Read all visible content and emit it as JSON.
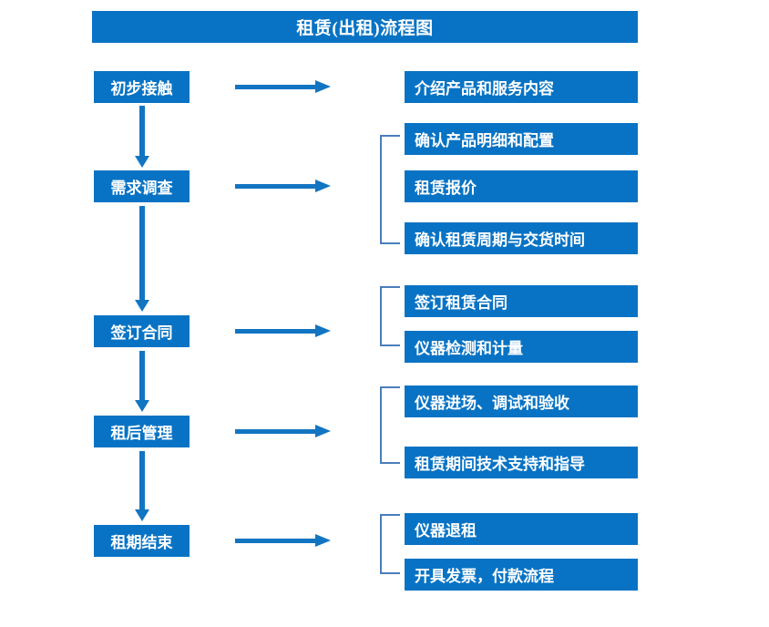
{
  "diagram": {
    "title": "租赁(出租)流程图",
    "colors": {
      "box_blue": "#0873c4",
      "arrow_blue": "#1275c2",
      "bracket_blue": "#4a7ebb",
      "text_white": "#ffffff",
      "background": "#ffffff"
    },
    "stages": [
      {
        "label": "初步接触"
      },
      {
        "label": "需求调查"
      },
      {
        "label": "签订合同"
      },
      {
        "label": "租后管理"
      },
      {
        "label": "租期结束"
      }
    ],
    "details": [
      {
        "label": "介绍产品和服务内容"
      },
      {
        "label": "确认产品明细和配置"
      },
      {
        "label": "租赁报价"
      },
      {
        "label": "确认租赁周期与交货时间"
      },
      {
        "label": "签订租赁合同"
      },
      {
        "label": "仪器检测和计量"
      },
      {
        "label": "仪器进场、调试和验收"
      },
      {
        "label": "租赁期间技术支持和指导"
      },
      {
        "label": "仪器退租"
      },
      {
        "label": "开具发票，付款流程"
      }
    ],
    "groups": [
      {
        "stage": "需求调查",
        "members": [
          "确认产品明细和配置",
          "租赁报价",
          "确认租赁周期与交货时间"
        ]
      },
      {
        "stage": "签订合同",
        "members": [
          "签订租赁合同",
          "仪器检测和计量"
        ]
      },
      {
        "stage": "租后管理",
        "members": [
          "仪器进场、调试和验收",
          "租赁期间技术支持和指导"
        ]
      },
      {
        "stage": "租期结束",
        "members": [
          "仪器退租",
          "开具发票，付款流程"
        ]
      }
    ],
    "flow_order": [
      "初步接触",
      "需求调查",
      "签订合同",
      "租后管理",
      "租期结束"
    ]
  }
}
